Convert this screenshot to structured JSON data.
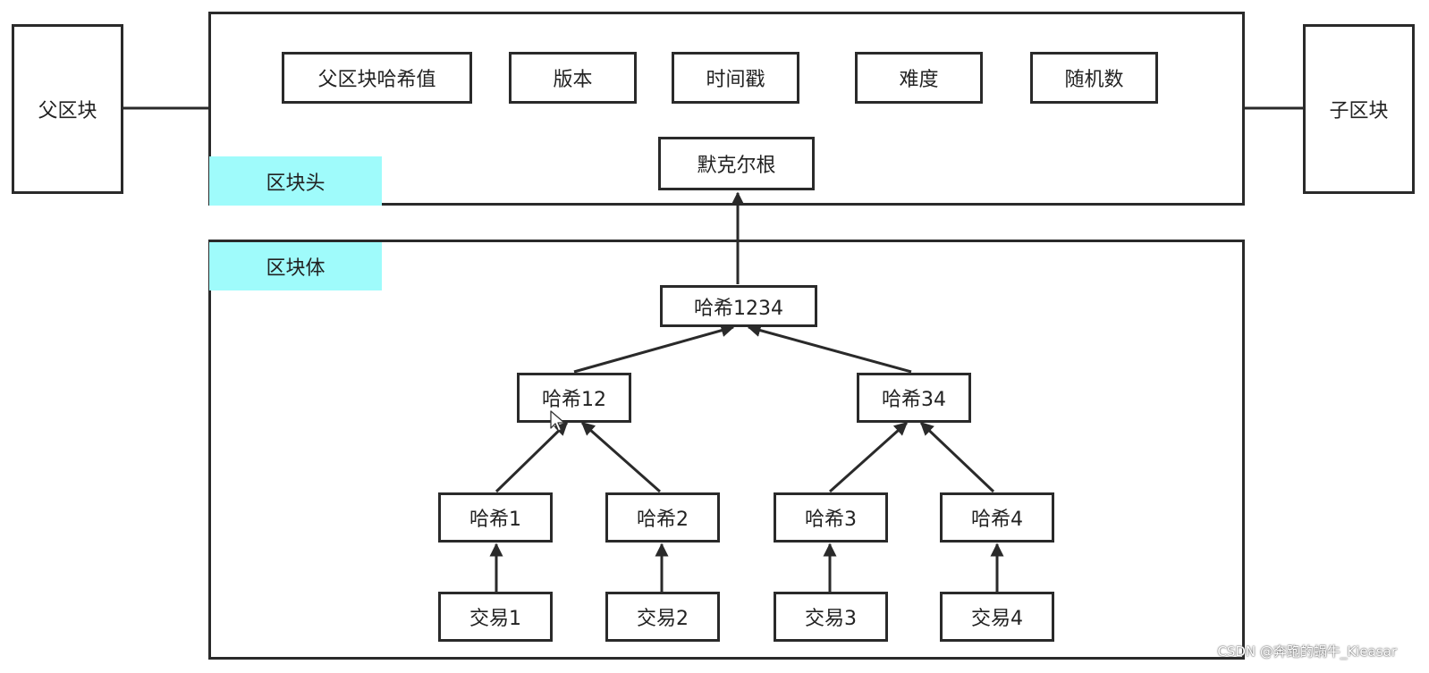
{
  "parent_block": "父区块",
  "child_block": "子区块",
  "header": {
    "label": "区块头",
    "fields": {
      "prev_hash": "父区块哈希值",
      "version": "版本",
      "timestamp": "时间戳",
      "difficulty": "难度",
      "nonce": "随机数"
    },
    "merkle_root": "默克尔根"
  },
  "body": {
    "label": "区块体",
    "hash_1234": "哈希1234",
    "hash_12": "哈希12",
    "hash_34": "哈希34",
    "hash_1": "哈希1",
    "hash_2": "哈希2",
    "hash_3": "哈希3",
    "hash_4": "哈希4",
    "tx_1": "交易1",
    "tx_2": "交易2",
    "tx_3": "交易3",
    "tx_4": "交易4"
  },
  "watermark": "CSDN @奔跑的蜗牛_Kieasar",
  "colors": {
    "tag_fill": "#9ffbfb",
    "stroke": "#2a2a2a"
  }
}
